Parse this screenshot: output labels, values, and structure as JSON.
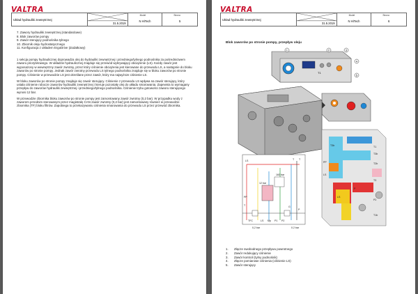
{
  "logo": "VALTRA",
  "left_page": {
    "header": {
      "title": "Układ hydrauliki zewnętrznej",
      "date": "31.5.2019",
      "model_caption": "Model",
      "model_value": "N HiTech",
      "page_caption": "Strona",
      "page_value": "5"
    },
    "list_items": [
      "7.   Zawory hydrauliki zewnętrznej (standardowe)",
      "8.   Blok zaworów pompy",
      "9.   Zawór sterujący podnośnika tylnego",
      "10. Zbiornik oleju hydrostatycznego",
      "11. Konfiguracja z układem ErgoDrive (dodatkowy)"
    ],
    "paragraphs": [
      "1 sekcja pompy hydraulicznej doprowadza olej do hydrauliki zewnętrznej i przedniego/tylnego podnośnika za pośrednictwem zaworu priorytetowego. W układzie hydraulicznej znajduje się przewód wykrywający obciążenie (LS). Każdy zawór jest wyposażony w wewnętrzny zawór zwrotny, przez który ciśnienie obciążenia jest kierowane do przewodu LS, a następnie do bloku zaworów po stronie pompy. Jednak zawór zwrotny przewodu LS tylnego podnośnika znajduje się w bloku zaworów po stronie pompy. Ciśnienie w przewodzie LS jest określane przez zawór, który ma najwyższe ciśnienie LS.",
      "W bloku zaworów po stronie pompy znajduje się zawór sterujący. Ciśnienie z przewodu LS wpływa na zawór sterujący, który ustala ciśnienie robocze zaworów hydrauliki zewnętrznej i kieruje pozostały olej do układu smarowania. Zapewnia to wymagany przepływ do zaworów hydrauliki zewnętrznej i przedniego/tylnego podnośnika. Ciśnienie trybu gotowości zaworu sterującego wynosi 12 bar.",
      "W przewodzie zbiornika bloku zaworów po stronie pompy jest zamontowany zawór zwrotny (0,2 bar). W przypadku wody z zaworem przednim sterowanym przez magistralę CAN zawór zwrotny (0,2 bar) jest zamontowany również w przewodzie zbiornika (TF) bloku filtrów. Zapobiega to przekazywaniu ciśnienia smarowania do przewodu LS przez przewód zbiornika."
    ]
  },
  "right_page": {
    "header": {
      "title": "Układ hydrauliki zewnętrznej",
      "date": "31.5.2019",
      "model_caption": "Model",
      "model_value": "N HiTech",
      "page_caption": "Strona",
      "page_value": "6"
    },
    "section_title": "Blok zaworów po stronie pompy, przepływ oleju",
    "diagram_labels": {
      "t1": "T1",
      "t3b": "T3b",
      "ls": "LS",
      "pp": "PP",
      "tf": "T",
      "t": "T",
      "bar160": "160 bar",
      "bar12": "12 bar",
      "bar02a": "0.2 bar",
      "bar02b": "0,2 bar",
      "tfc": "TFC",
      "ls_bottom": "LS",
      "mp": "Mp",
      "p1": "P1",
      "p2": "P2",
      "p": "P",
      "pp_right": "PP",
      "ls_right": "LS",
      "t1_right": "T1",
      "t3b_right": "T3b",
      "t2b": "T2b",
      "t3": "T3",
      "ls_yellow": "LS",
      "p_mid": "P",
      "p2_right": "P2",
      "t1b": "T1b",
      "t_top": "T",
      "g": "G"
    },
    "callouts": [
      "1",
      "2",
      "3",
      "4",
      "5"
    ],
    "legend": [
      {
        "n": "1.",
        "text": "Złącze swobodnego przepływu powrotnego"
      },
      {
        "n": "2.",
        "text": "Zawór redukujący ciśnienie"
      },
      {
        "n": "3.",
        "text": "Zawór kontroli (tylny podnośnik)"
      },
      {
        "n": "4.",
        "text": "Złącze pomiarowe ciśnienia (ciśnienie LS)"
      },
      {
        "n": "5.",
        "text": "Zawór sterujący"
      }
    ]
  },
  "colors": {
    "logo_red": "#c8102e",
    "pressure_red": "#e02020",
    "ls_yellow": "#f2d21c",
    "flow_blue": "#1e88d6",
    "lube_cyan": "#4fc3e8",
    "orange": "#f08a1c",
    "block_grey": "#b5b5b5",
    "pink": "#f3b6c4",
    "green": "#2e9e40"
  }
}
